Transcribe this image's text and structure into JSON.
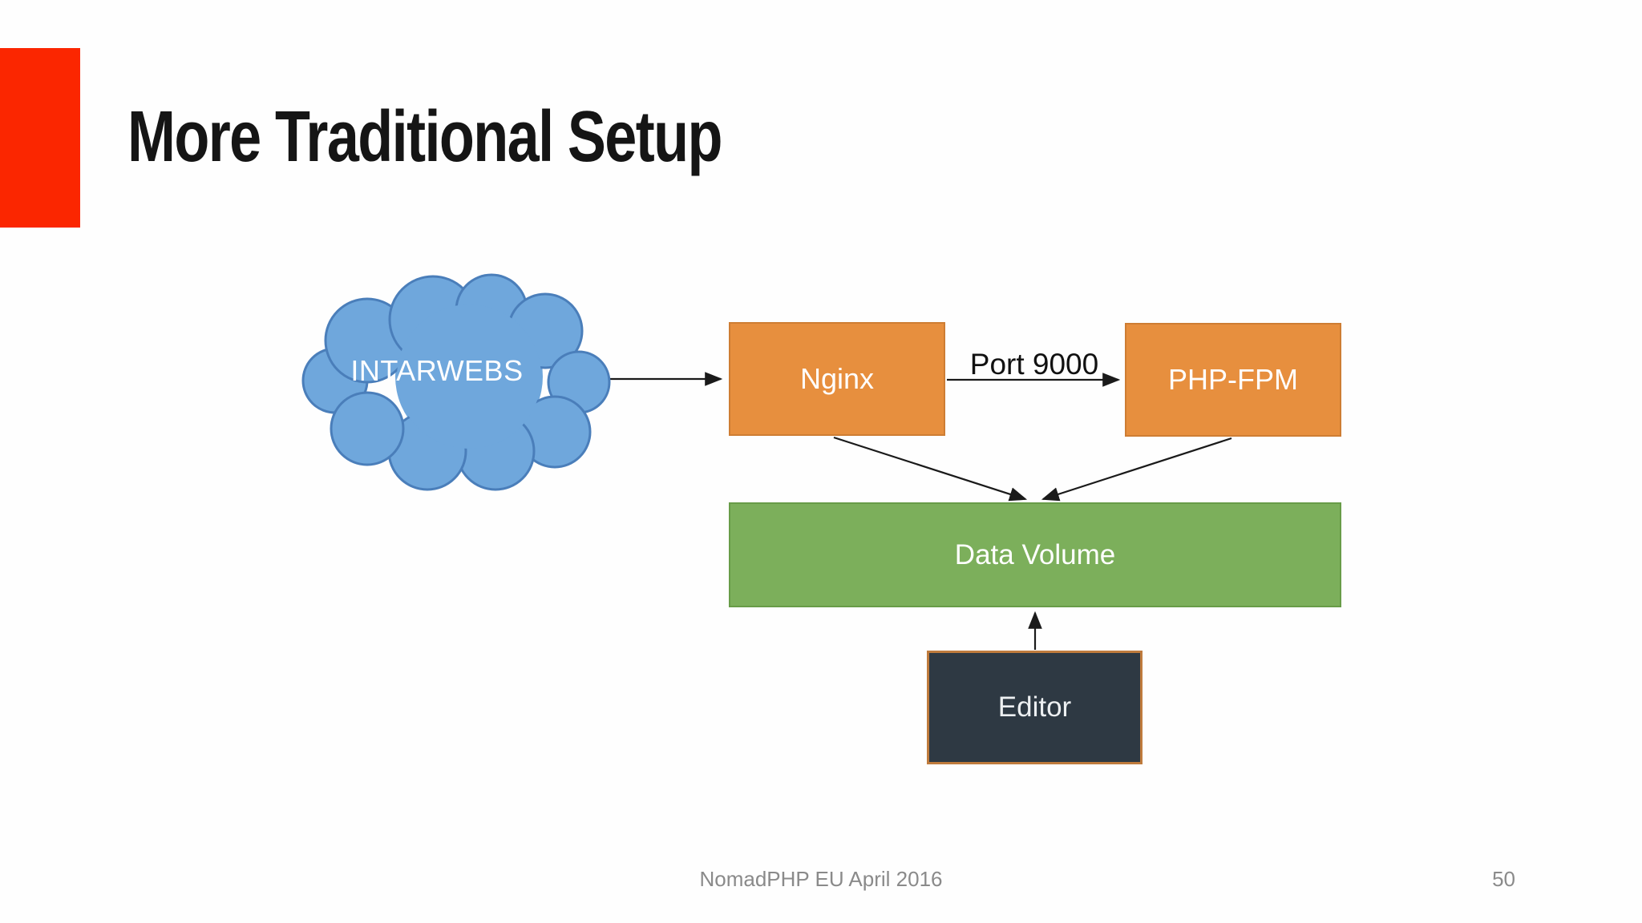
{
  "slide": {
    "title": "More Traditional Setup",
    "footer": "NomadPHP EU April 2016",
    "page_number": "50",
    "background_color": "#fefefe",
    "accent_bar_color": "#fb2600"
  },
  "colors": {
    "cloud_fill": "#6fa7dc",
    "cloud_stroke": "#4a7eba",
    "orange_fill": "#e78f3e",
    "orange_stroke": "#ce7d33",
    "green_fill": "#7caf5b",
    "green_stroke": "#689c48",
    "dark_fill": "#2e3943",
    "dark_stroke": "#bf7b3d",
    "connector_color": "#1a1a1a",
    "footer_text_color": "#8a8a8a"
  },
  "diagram": {
    "cloud": {
      "id": "intarwebs-cloud",
      "label": "INTARWEBS"
    },
    "nodes": [
      {
        "id": "nginx",
        "label": "Nginx"
      },
      {
        "id": "php-fpm",
        "label": "PHP-FPM"
      },
      {
        "id": "data-volume",
        "label": "Data Volume"
      },
      {
        "id": "editor",
        "label": "Editor"
      }
    ],
    "edges": [
      {
        "from": "intarwebs-cloud",
        "to": "nginx",
        "label": ""
      },
      {
        "from": "nginx",
        "to": "php-fpm",
        "label": "Port 9000"
      },
      {
        "from": "nginx",
        "to": "data-volume",
        "label": ""
      },
      {
        "from": "php-fpm",
        "to": "data-volume",
        "label": ""
      },
      {
        "from": "editor",
        "to": "data-volume",
        "label": ""
      }
    ]
  }
}
